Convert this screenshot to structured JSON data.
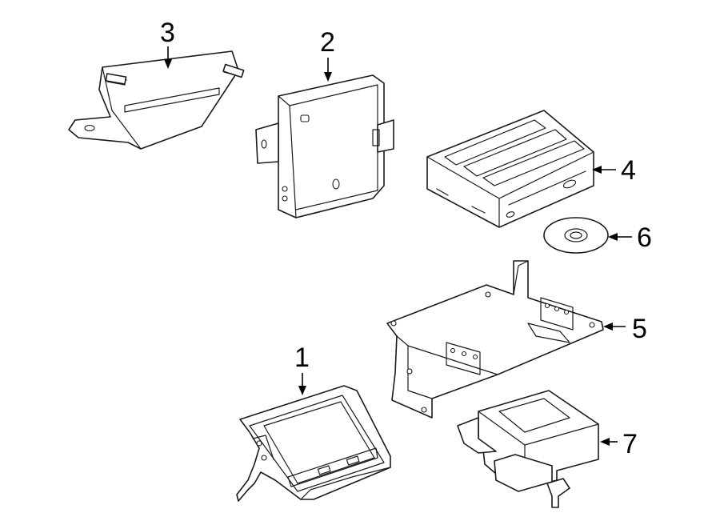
{
  "callouts": [
    {
      "id": "1",
      "number": "1"
    },
    {
      "id": "2",
      "number": "2"
    },
    {
      "id": "3",
      "number": "3"
    },
    {
      "id": "4",
      "number": "4"
    },
    {
      "id": "5",
      "number": "5"
    },
    {
      "id": "6",
      "number": "6"
    },
    {
      "id": "7",
      "number": "7"
    }
  ],
  "colors": {
    "line": "#1a1a1a",
    "background": "#ffffff"
  }
}
